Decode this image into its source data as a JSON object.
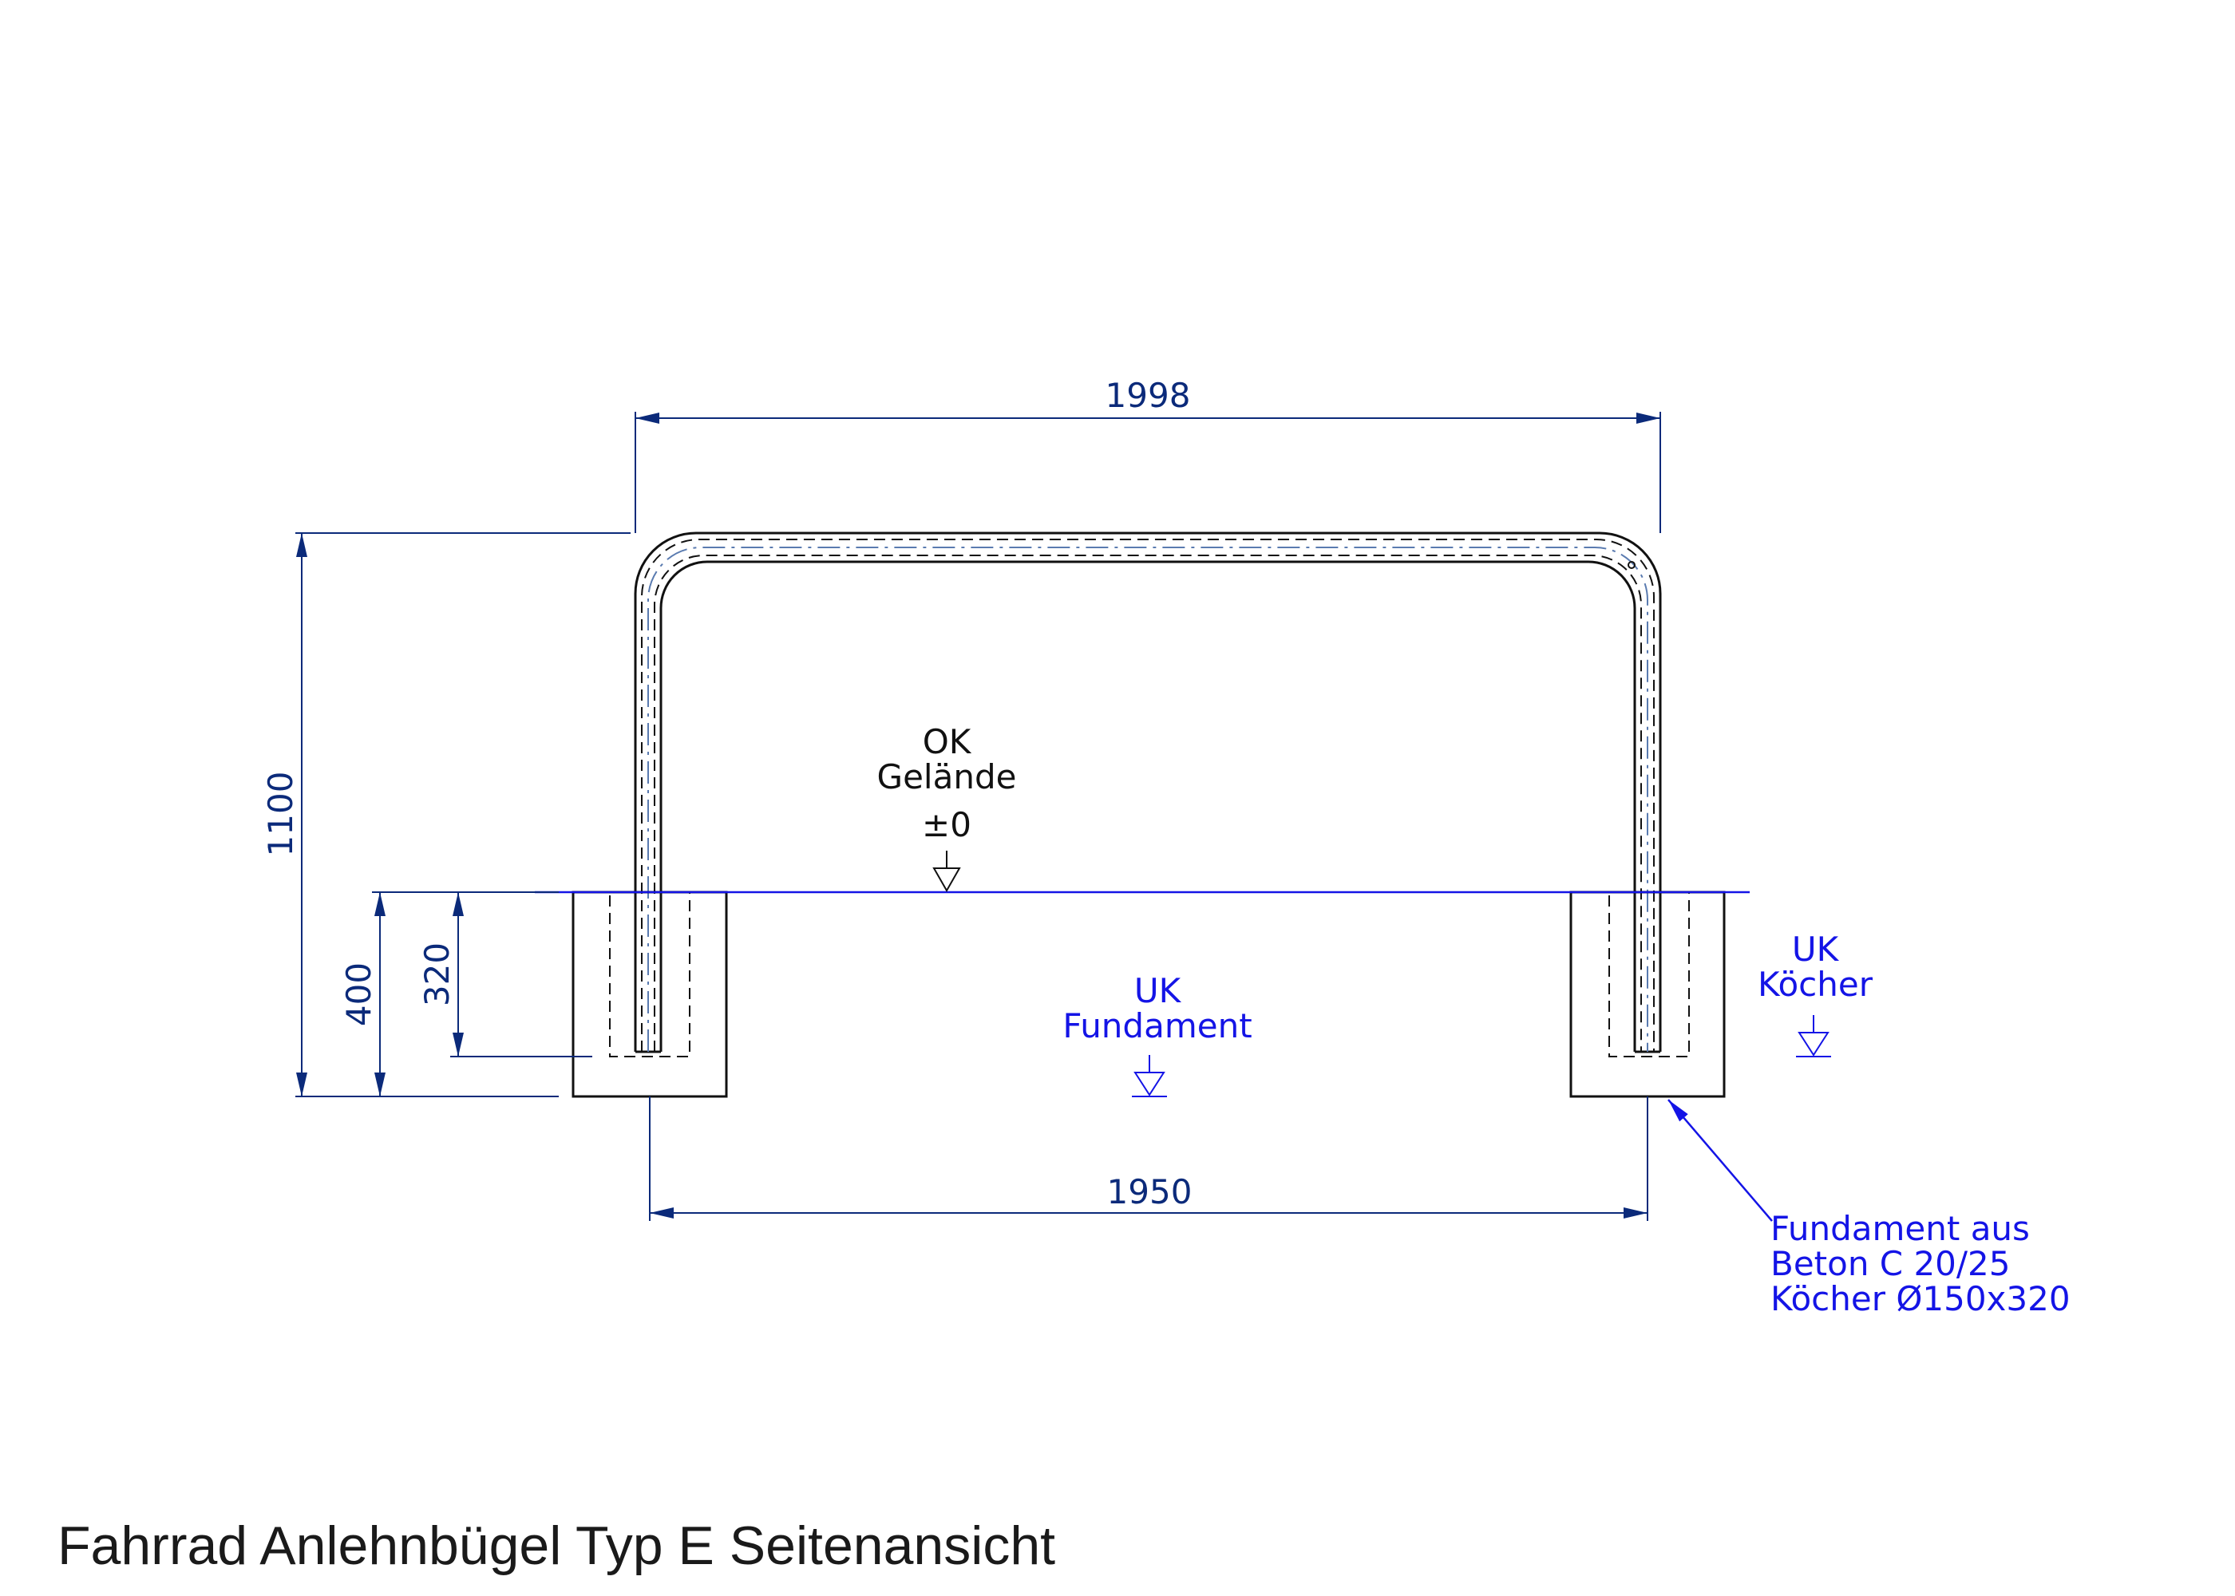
{
  "title": "Fahrrad Anlehnbügel Typ E Seitenansicht",
  "dimensions": {
    "top_width": "1998",
    "total_height": "1100",
    "foundation_depth": "400",
    "socket_depth": "320",
    "bottom_width": "1950"
  },
  "labels": {
    "terrain_line1": "OK",
    "terrain_line2": "Gelände",
    "terrain_level": "±0",
    "uk_foundation_line1": "UK",
    "uk_foundation_line2": "Fundament",
    "uk_socket_line1": "UK",
    "uk_socket_line2": "Köcher",
    "note_line1": "Fundament aus",
    "note_line2": "Beton C 20/25",
    "note_line3": "Köcher Ø150x320"
  },
  "colors": {
    "dimension": "#0b2a7a",
    "annotation": "#1414e6",
    "outline": "#111111"
  }
}
